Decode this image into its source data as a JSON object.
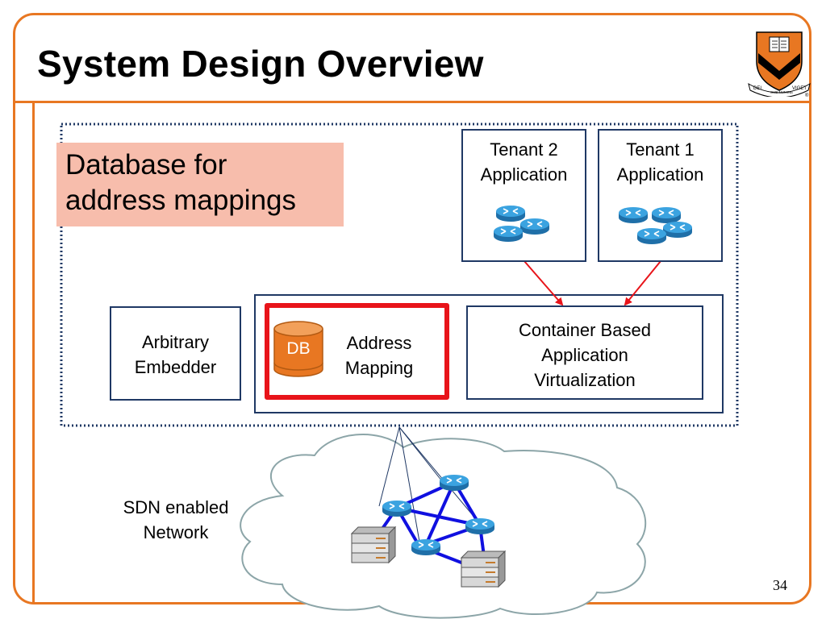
{
  "slide": {
    "title": "System Design Overview",
    "page_number": "34"
  },
  "callout": {
    "line1": "Database for",
    "line2": "address mappings"
  },
  "tenant2": {
    "line1": "Tenant 2",
    "line2": "Application"
  },
  "tenant1": {
    "line1": "Tenant 1",
    "line2": "Application"
  },
  "embedder": {
    "line1": "Arbitrary",
    "line2": "Embedder"
  },
  "address_mapping": {
    "line1": "Address",
    "line2": "Mapping",
    "db_label": "DB"
  },
  "container_virtualization": {
    "line1": "Container Based",
    "line2": "Application",
    "line3": "Virtualization"
  },
  "network": {
    "line1": "SDN enabled",
    "line2": "Network"
  },
  "logo": {
    "motto_left": "DEI",
    "motto_center": "SUB NUMINE",
    "motto_right": "VIGET",
    "registered": "®"
  },
  "colors": {
    "accent_orange": "#E87722",
    "box_border_navy": "#1F3864",
    "highlight_red": "#E8141A",
    "callout_fill": "#F7BDAC",
    "db_fill": "#E87722",
    "router_blue": "#2E8BC9",
    "link_blue": "#1010E0",
    "arrow_red": "#E8141A"
  }
}
